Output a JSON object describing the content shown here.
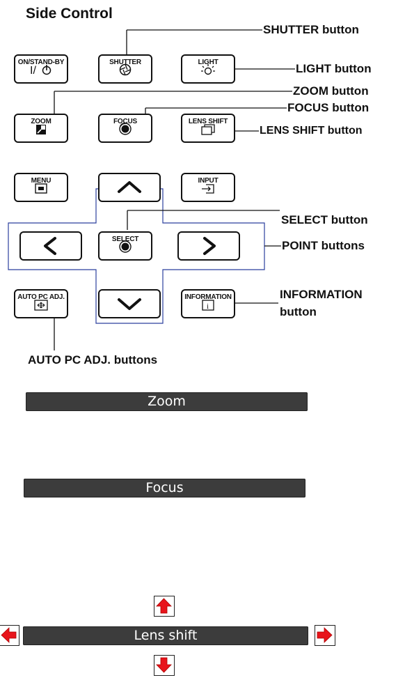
{
  "title": "Side Control",
  "buttons": {
    "on_standby": "ON/STAND-BY",
    "shutter": "SHUTTER",
    "light": "LIGHT",
    "zoom": "ZOOM",
    "focus": "FOCUS",
    "lens_shift": "LENS SHIFT",
    "menu": "MENU",
    "input": "INPUT",
    "select": "SELECT",
    "auto_pc_adj": "AUTO PC ADJ.",
    "information": "INFORMATION"
  },
  "callouts": {
    "shutter": "SHUTTER button",
    "light": "LIGHT button",
    "zoom": "ZOOM button",
    "focus": "FOCUS button",
    "lens_shift": "LENS SHIFT button",
    "select": "SELECT button",
    "point": "POINT buttons",
    "information_line1": "INFORMATION",
    "information_line2": "button",
    "auto_pc_adj": "AUTO PC ADJ. buttons"
  },
  "osd_bars": {
    "zoom": "Zoom",
    "focus": "Focus",
    "lens_shift": "Lens shift"
  },
  "colors": {
    "point_outline": "#2b3f9e",
    "arrow_red": "#e8141b",
    "bar_bg": "#3c3c3c"
  },
  "icons": [
    "power-icon",
    "shutter-icon",
    "light-icon",
    "zoom-icon",
    "focus-icon",
    "lens-shift-icon",
    "menu-icon",
    "input-icon",
    "select-icon",
    "auto-pc-adj-icon",
    "information-icon",
    "arrow-up-icon",
    "arrow-down-icon",
    "arrow-left-icon",
    "arrow-right-icon"
  ]
}
